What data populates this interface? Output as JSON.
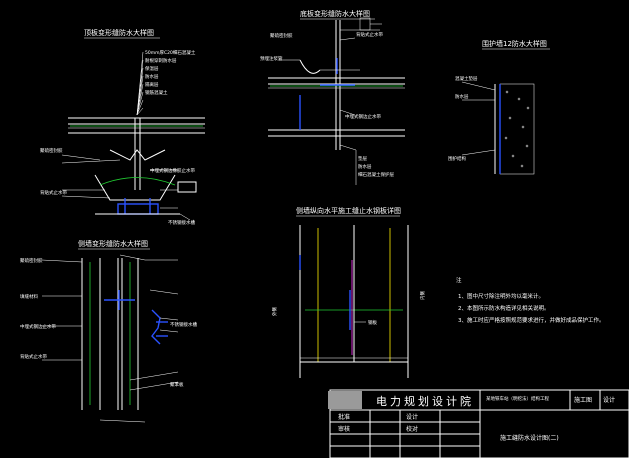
{
  "titles": {
    "d1": "顶板变形缝防水大样图",
    "d2": "底板变形缝防水大样图",
    "d3": "围护墙12防水大样图",
    "d4": "侧墙变形缝防水大样图",
    "d5": "侧墙纵向水平施工缝止水钢板详图"
  },
  "labels": {
    "d1": [
      "50mm厚C20细石混凝土",
      "耐根穿刺防水层",
      "保温层",
      "防水层",
      "隔离层",
      "钢筋混凝土",
      "聚硫密封胶",
      "中埋式钢边橡胶止水带",
      "背贴式止水带",
      "不锈钢接水槽"
    ],
    "d2": [
      "聚硫密封胶",
      "背贴式止水带",
      "预埋注浆管",
      "中埋式钢边止水带",
      "垫层",
      "防水层",
      "细石混凝土保护层"
    ],
    "d3": [
      "混凝土垫层",
      "防水层",
      "围护结构"
    ],
    "d4": [
      "聚硫密封胶",
      "填缝材料",
      "中埋式钢边止水带",
      "背贴式止水带",
      "不锈钢接水槽",
      "聚苯板"
    ],
    "d5": [
      "外侧",
      "内侧",
      "钢板"
    ]
  },
  "notes": {
    "heading": "注",
    "items": [
      "1、图中尺寸除注明外均以毫米计。",
      "2、本图所示防水构造详见相关说明。",
      "3、施工时应严格按照规范要求进行，并做好成品保护工作。"
    ]
  },
  "titleblock": {
    "company": "电力规划设计院",
    "project": "某地铁车站（明挖法）结构工程",
    "stage": "施工图",
    "design_label": "设计",
    "drawing_title": "施工缝防水设计图(二)",
    "row_labels": [
      "批准",
      "审核",
      "校对",
      "设计"
    ]
  },
  "colors": {
    "background": "#000000",
    "line": "#ffffff",
    "accent_blue": "#2a52ff",
    "accent_green": "#22cc33",
    "accent_yellow": "#ffee00",
    "accent_magenta": "#ff33ff"
  }
}
